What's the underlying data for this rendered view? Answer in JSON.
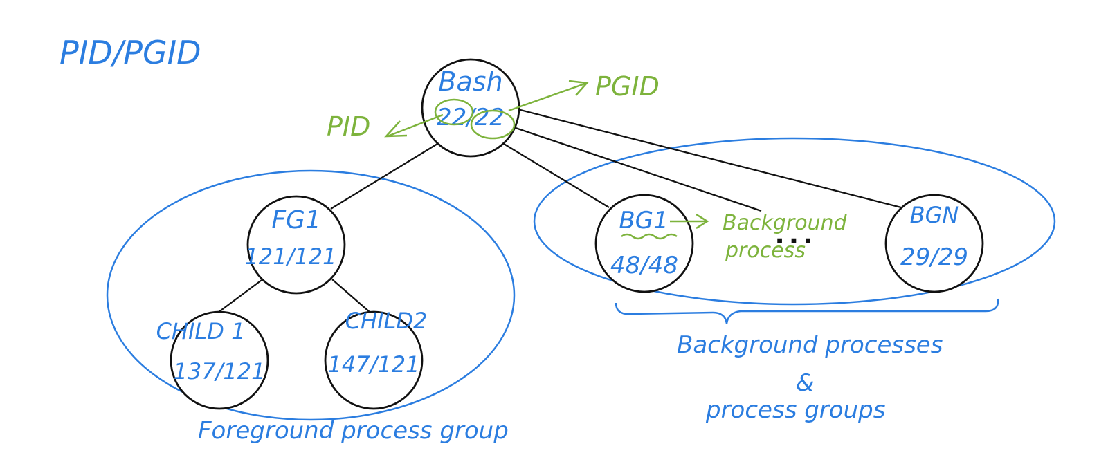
{
  "title": "PID/PGID",
  "nodes": {
    "bash": {
      "name": "Bash",
      "value_pid": "22",
      "value_sep": "/",
      "value_pgid": "22"
    },
    "fg1": {
      "name": "FG1",
      "value": "121/121"
    },
    "child1": {
      "name": "CHILD 1",
      "value": "137/121"
    },
    "child2": {
      "name": "CHILD2",
      "value": "147/121"
    },
    "bg1": {
      "name": "BG1",
      "value": "48/48"
    },
    "bgn": {
      "name": "BGN",
      "value": "29/29"
    }
  },
  "annotations": {
    "pid": "PID",
    "pgid": "PGID",
    "background_process_line1": "Background",
    "background_process_line2": "process",
    "ellipsis": "...",
    "foreground_group": "Foreground process group",
    "background_groups_line1": "Background processes",
    "background_groups_amp": "&",
    "background_groups_line2": "process groups"
  },
  "colors": {
    "label": "#2b7de0",
    "annotation": "#7db33c",
    "node_outline": "#111111"
  }
}
